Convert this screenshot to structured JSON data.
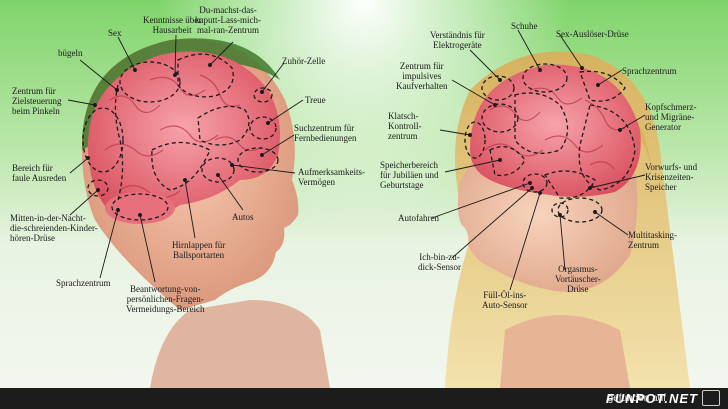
{
  "labels_male": {
    "bugeln": "bügeln",
    "sex": "Sex",
    "kenntnisse": "Kenntnisse über\nHausarbeit",
    "du_machst": "Du-machst-das-\nkaputt-Lass-mich-\nmal-ran-Zentrum",
    "zuhoer": "Zuhör-Zelle",
    "treue": "Treue",
    "zielsteuerung": "Zentrum für\nZielsteuerung\nbeim Pinkeln",
    "suchzentrum": "Suchzentrum für\nFernbedienungen",
    "aufmerksamkeit": "Aufmerksamkeits-\nVermögen",
    "faule": "Bereich für\nfaule Ausreden",
    "autos": "Autos",
    "mitten": "Mitten-in-der-Nacht-\ndie-schreienden-Kinder-\nhören-Drüse",
    "hirnlappen": "Hirnlappen für\nBallsportarten",
    "sprach_m": "Sprachzentrum",
    "beantwortung": "Beantwortung-von-\npersönlichen-Fragen-\nVermeidungs-Bereich"
  },
  "labels_female": {
    "verstaendnis": "Verständnis für\nElektrogeräte",
    "schuhe": "Schuhe",
    "sex_ausloeser": "Sex-Auslöser-Drüse",
    "impulsiv": "Zentrum für\nimpulsives\nKaufverhalten",
    "sprach_f": "Sprachzentrum",
    "klatsch": "Klatsch-\nKontroll-\nzentrum",
    "kopfschmerz": "Kopfschmerz-\nund Migräne-\nGenerator",
    "speicher": "Speicherbereich\nfür Jubiläen und\nGeburtstage",
    "vorwurf": "Vorwurfs- und\nKrisenzeiten-\nSpeicher",
    "autofahren": "Autofahren",
    "multitasking": "Multitasking-\nZentrum",
    "ich_bin": "Ich-bin-zu-\ndick-Sensor",
    "orgasmus": "Orgasmus-\nVortäuscher-\nDrüse",
    "fuell": "Füll-Öl-ins-\nAuto-Sensor"
  },
  "footer": {
    "prefix": "gefunden auf",
    "logo": "FUNPOT.NET"
  },
  "colors": {
    "brain": "#e8707c",
    "skin": "#f0b49a",
    "hair_f": "#e9c77a",
    "hair_m": "#3f7a2e",
    "footer": "#1c1c1c"
  }
}
